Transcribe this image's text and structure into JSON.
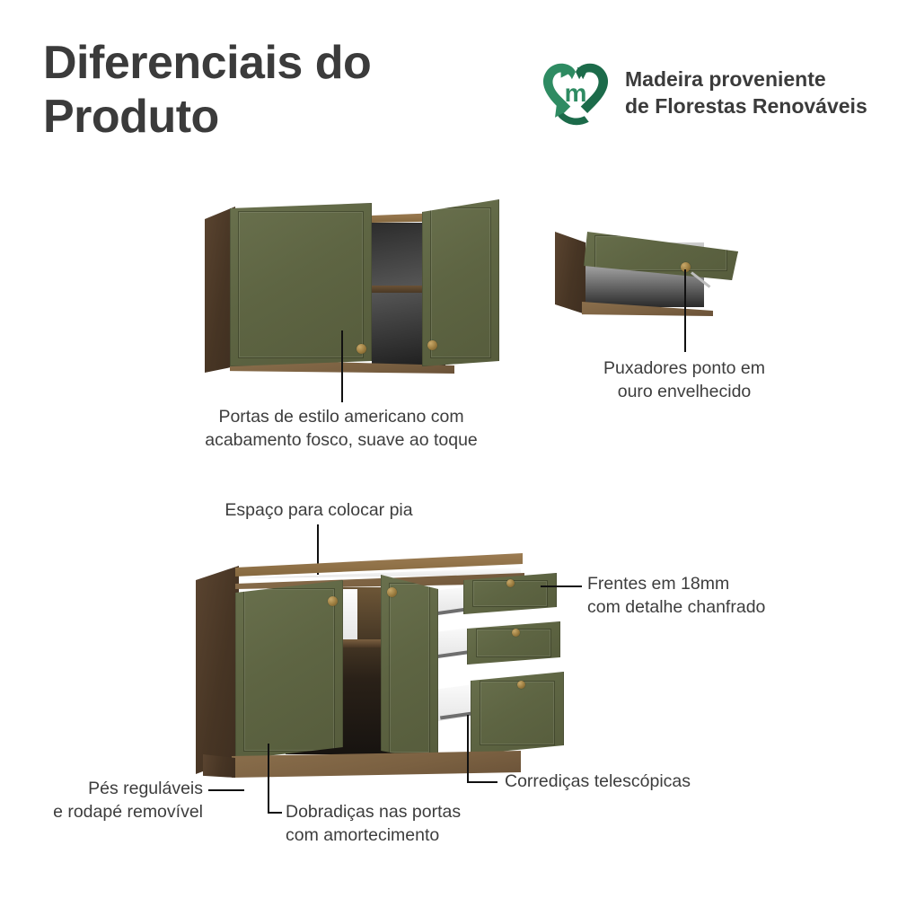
{
  "header": {
    "title_line1": "Diferenciais do",
    "title_line2": "Produto",
    "logo": {
      "icon": "recycle-heart-logo",
      "letter": "m",
      "text_line1": "Madeira proveniente",
      "text_line2": "de Florestas Renováveis",
      "color_dark": "#1c6b4a",
      "color_mid": "#2e8b62"
    }
  },
  "features": [
    {
      "id": "portas-americano",
      "line1": "Portas de estilo americano com",
      "line2": "acabamento fosco, suave ao toque"
    },
    {
      "id": "puxadores-ouro",
      "line1": "Puxadores ponto em",
      "line2": "ouro envelhecido"
    },
    {
      "id": "espaco-pia",
      "line1": "Espaço para colocar pia",
      "line2": ""
    },
    {
      "id": "frentes-18mm",
      "line1": "Frentes em 18mm",
      "line2": "com detalhe chanfrado"
    },
    {
      "id": "corredicas",
      "line1": "Corrediças telescópicas",
      "line2": ""
    },
    {
      "id": "pes-reguláveis",
      "line1": "Pés reguláveis",
      "line2": "e rodapé removível"
    },
    {
      "id": "dobradicas",
      "line1": "Dobradiças nas portas",
      "line2": "com amortecimento"
    }
  ],
  "illustrations": {
    "wall_cabinet_two_door": "armario-aereo-2-portas",
    "wall_cabinet_flip_door": "armario-aereo-basculante",
    "base_cabinet": "balcao-com-gavetas"
  },
  "colors": {
    "background": "#ffffff",
    "text": "#3a3a3a",
    "door_green": "#5e6543",
    "wood_dark": "#473524",
    "wood_mid": "#7a6041",
    "knob_gold": "#9b7c3f",
    "leader_line": "#111111"
  }
}
